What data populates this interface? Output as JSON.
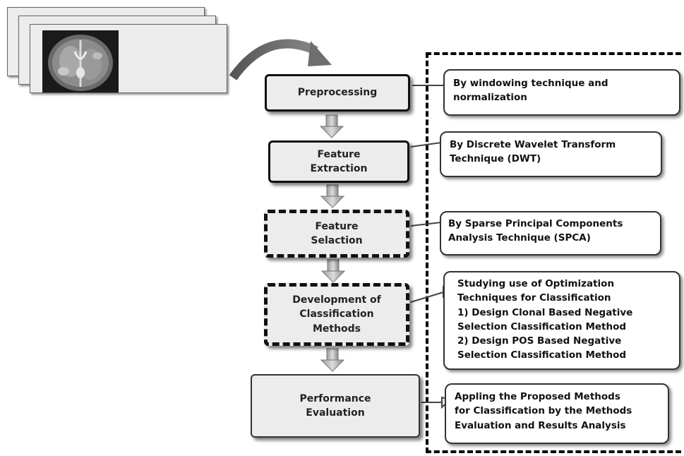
{
  "steps": {
    "preprocessing": "Preprocessing",
    "feature_extraction": "Feature\nExtraction",
    "feature_selection": "Feature\nSelaction",
    "development": "Development of\nClassification\nMethods",
    "performance": "Performance\nEvaluation"
  },
  "notes": {
    "preprocessing": "By windowing technique and\nnormalization",
    "feature_extraction": "By Discrete Wavelet Transform\nTechnique (DWT)",
    "feature_selection": "By Sparse Principal Components\nAnalysis Technique (SPCA)",
    "development": "Studying use of Optimization\nTechniques for Classification\n1) Design Clonal Based Negative\nSelection Classification Method\n2) Design POS Based Negative\nSelection Classification Method",
    "performance": "Appling the Proposed Methods\nfor Classification by the Methods\nEvaluation and Results Analysis"
  },
  "icons": {
    "input_image": "brain-mri-scan-icon",
    "curved_arrow": "curved-arrow-icon",
    "down_arrow": "down-arrow-icon"
  }
}
